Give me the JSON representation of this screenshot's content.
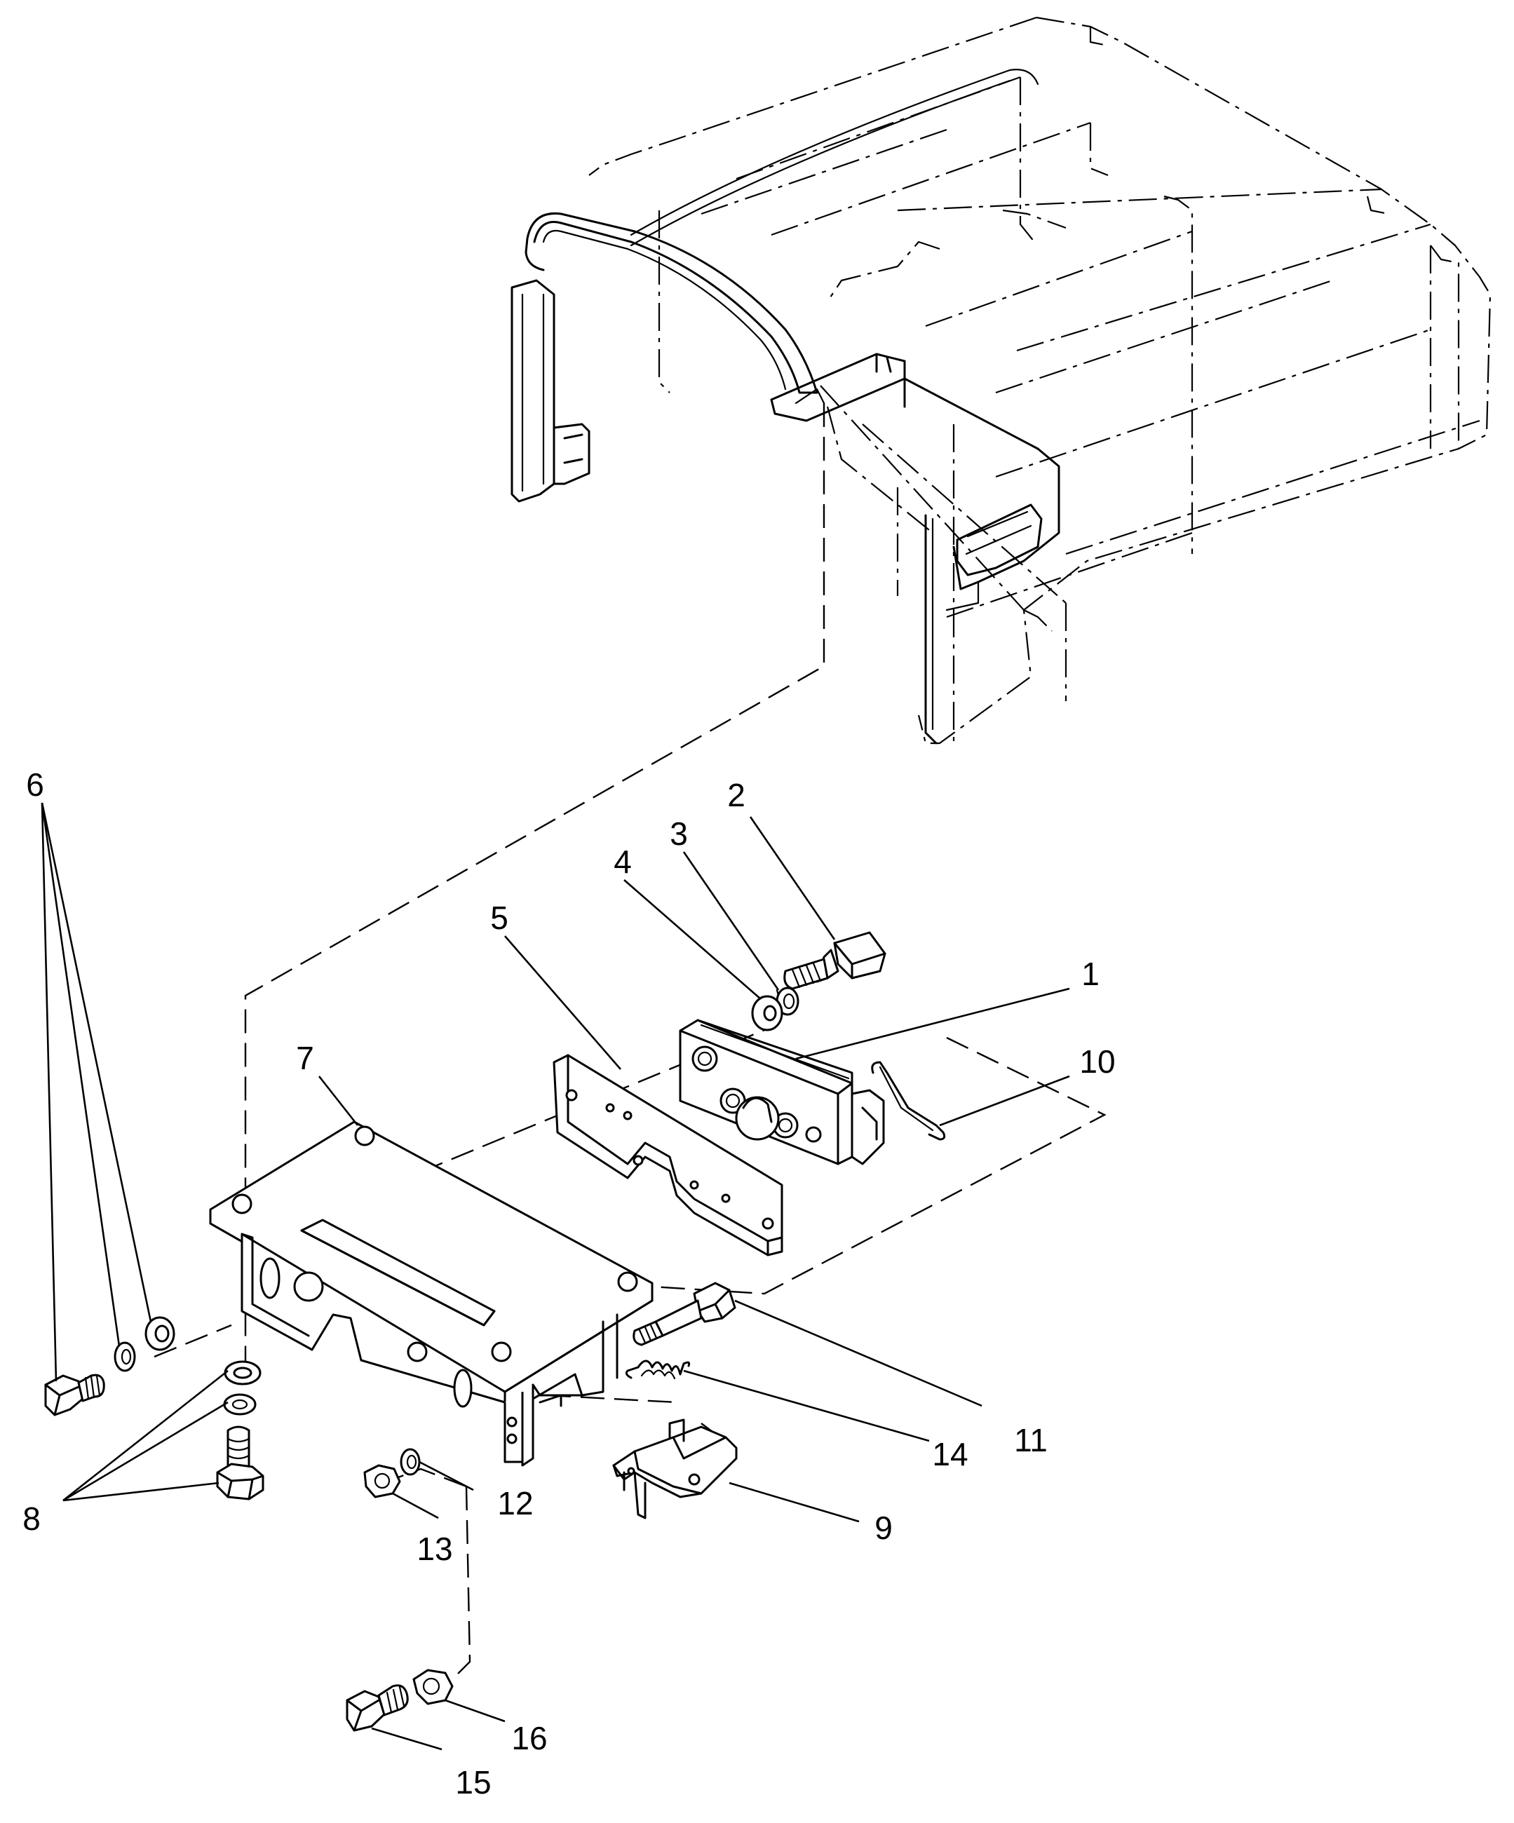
{
  "diagram": {
    "type": "exploded-parts-diagram",
    "callouts": [
      {
        "id": "1",
        "label": "1",
        "part": "latch-block"
      },
      {
        "id": "2",
        "label": "2",
        "part": "bolt"
      },
      {
        "id": "3",
        "label": "3",
        "part": "spring-washer"
      },
      {
        "id": "4",
        "label": "4",
        "part": "flat-washer"
      },
      {
        "id": "5",
        "label": "5",
        "part": "spacer-plate"
      },
      {
        "id": "6",
        "label": "6",
        "part": "bolt-and-washers"
      },
      {
        "id": "7",
        "label": "7",
        "part": "base-bracket"
      },
      {
        "id": "8",
        "label": "8",
        "part": "bolt-and-washers"
      },
      {
        "id": "9",
        "label": "9",
        "part": "latch-lever"
      },
      {
        "id": "10",
        "label": "10",
        "part": "wire-spring"
      },
      {
        "id": "11",
        "label": "11",
        "part": "long-bolt"
      },
      {
        "id": "12",
        "label": "12",
        "part": "spring-washer"
      },
      {
        "id": "13",
        "label": "13",
        "part": "hex-nut"
      },
      {
        "id": "14",
        "label": "14",
        "part": "coil-spring"
      },
      {
        "id": "15",
        "label": "15",
        "part": "bolt"
      },
      {
        "id": "16",
        "label": "16",
        "part": "hex-nut"
      }
    ]
  }
}
